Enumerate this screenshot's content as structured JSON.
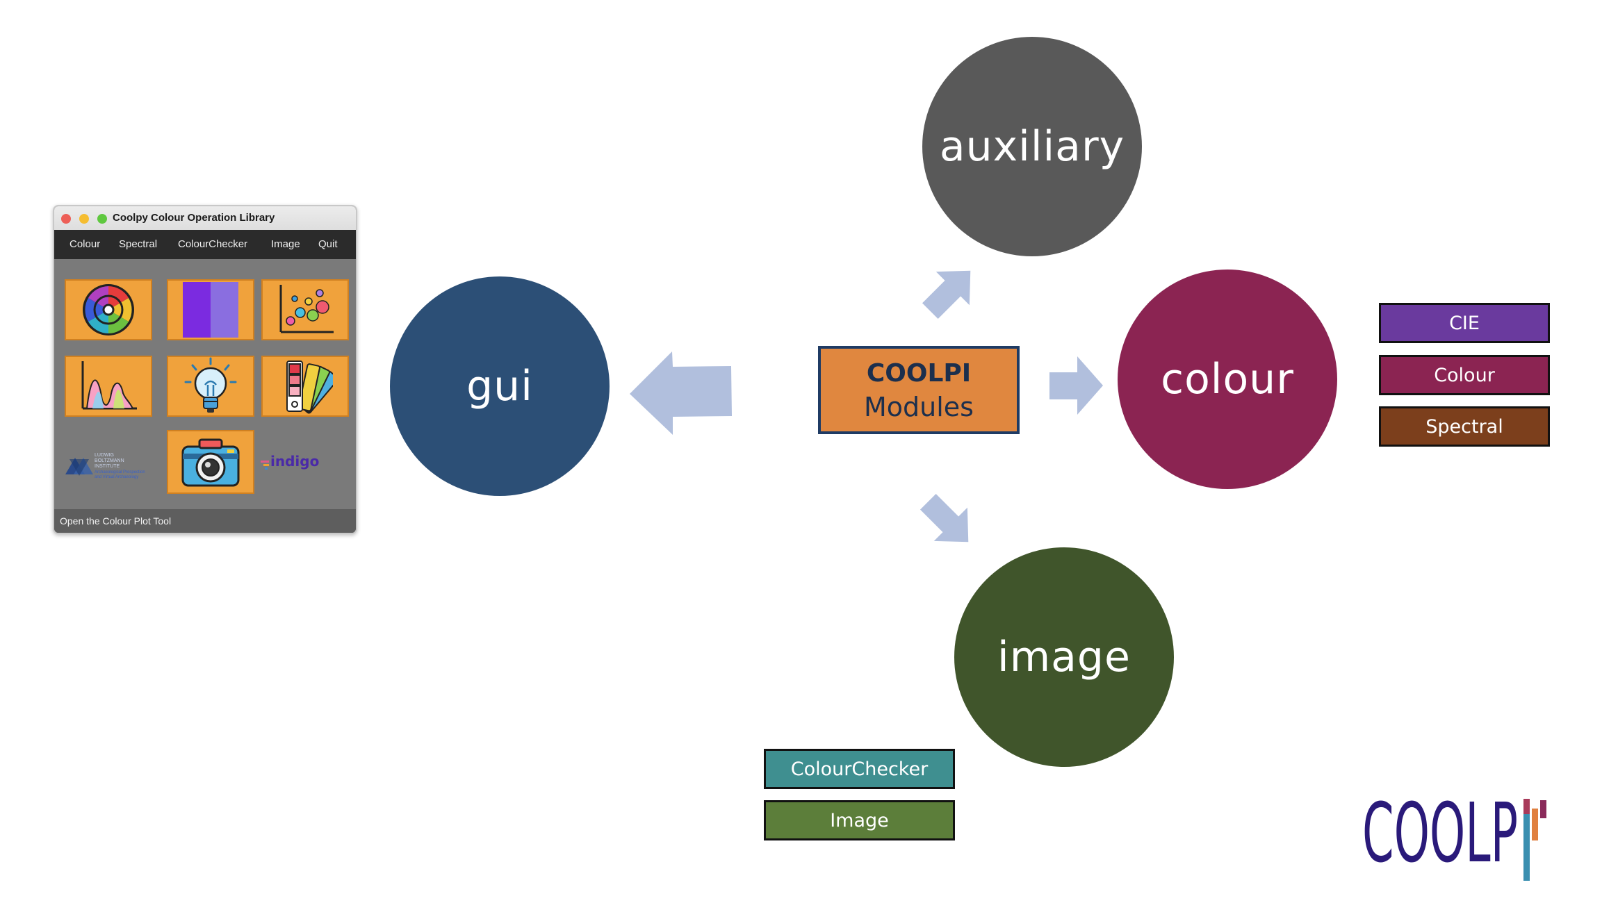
{
  "app_window": {
    "title": "Coolpy Colour Operation Library",
    "menu": [
      "Colour",
      "Spectral",
      "ColourChecker",
      "Image",
      "Quit"
    ],
    "status": "Open the Colour Plot Tool",
    "tiles": [
      {
        "icon": "colour-wheel-icon"
      },
      {
        "icon": "colour-swatch-icon"
      },
      {
        "icon": "scatter-plot-icon"
      },
      {
        "icon": "spectral-plot-icon"
      },
      {
        "icon": "lightbulb-icon"
      },
      {
        "icon": "colour-fan-deck-icon"
      },
      {
        "icon": "camera-icon"
      }
    ],
    "logos": {
      "lbi_lines": [
        "LUDWIG",
        "BOLTZMANN",
        "INSTITUTE",
        "Archaeological Prospection",
        "and Virtual Archaeology"
      ],
      "indigo": "indigo"
    }
  },
  "diagram": {
    "center": {
      "title": "COOLPI",
      "subtitle": "Modules"
    },
    "modules": {
      "auxiliary": {
        "label": "auxiliary",
        "color": "#595959"
      },
      "gui": {
        "label": "gui",
        "color": "#2c4f76"
      },
      "colour": {
        "label": "colour",
        "color": "#8b2452"
      },
      "image": {
        "label": "image",
        "color": "#40552b"
      }
    },
    "colour_submodules": [
      {
        "label": "CIE",
        "color": "#6a3a9e"
      },
      {
        "label": "Colour",
        "color": "#8b2452"
      },
      {
        "label": "Spectral",
        "color": "#7c3f1c"
      }
    ],
    "image_submodules": [
      {
        "label": "ColourChecker",
        "color": "#3f8f90"
      },
      {
        "label": "Image",
        "color": "#5c7e3a"
      }
    ],
    "arrow_color": "#b1bfdd"
  },
  "logo": {
    "text": "COOLP",
    "text_color": "#2a1a7a",
    "bar_colors": [
      "#a83a5a",
      "#e08040",
      "#3a8fb0",
      "#8a2a5a"
    ]
  }
}
